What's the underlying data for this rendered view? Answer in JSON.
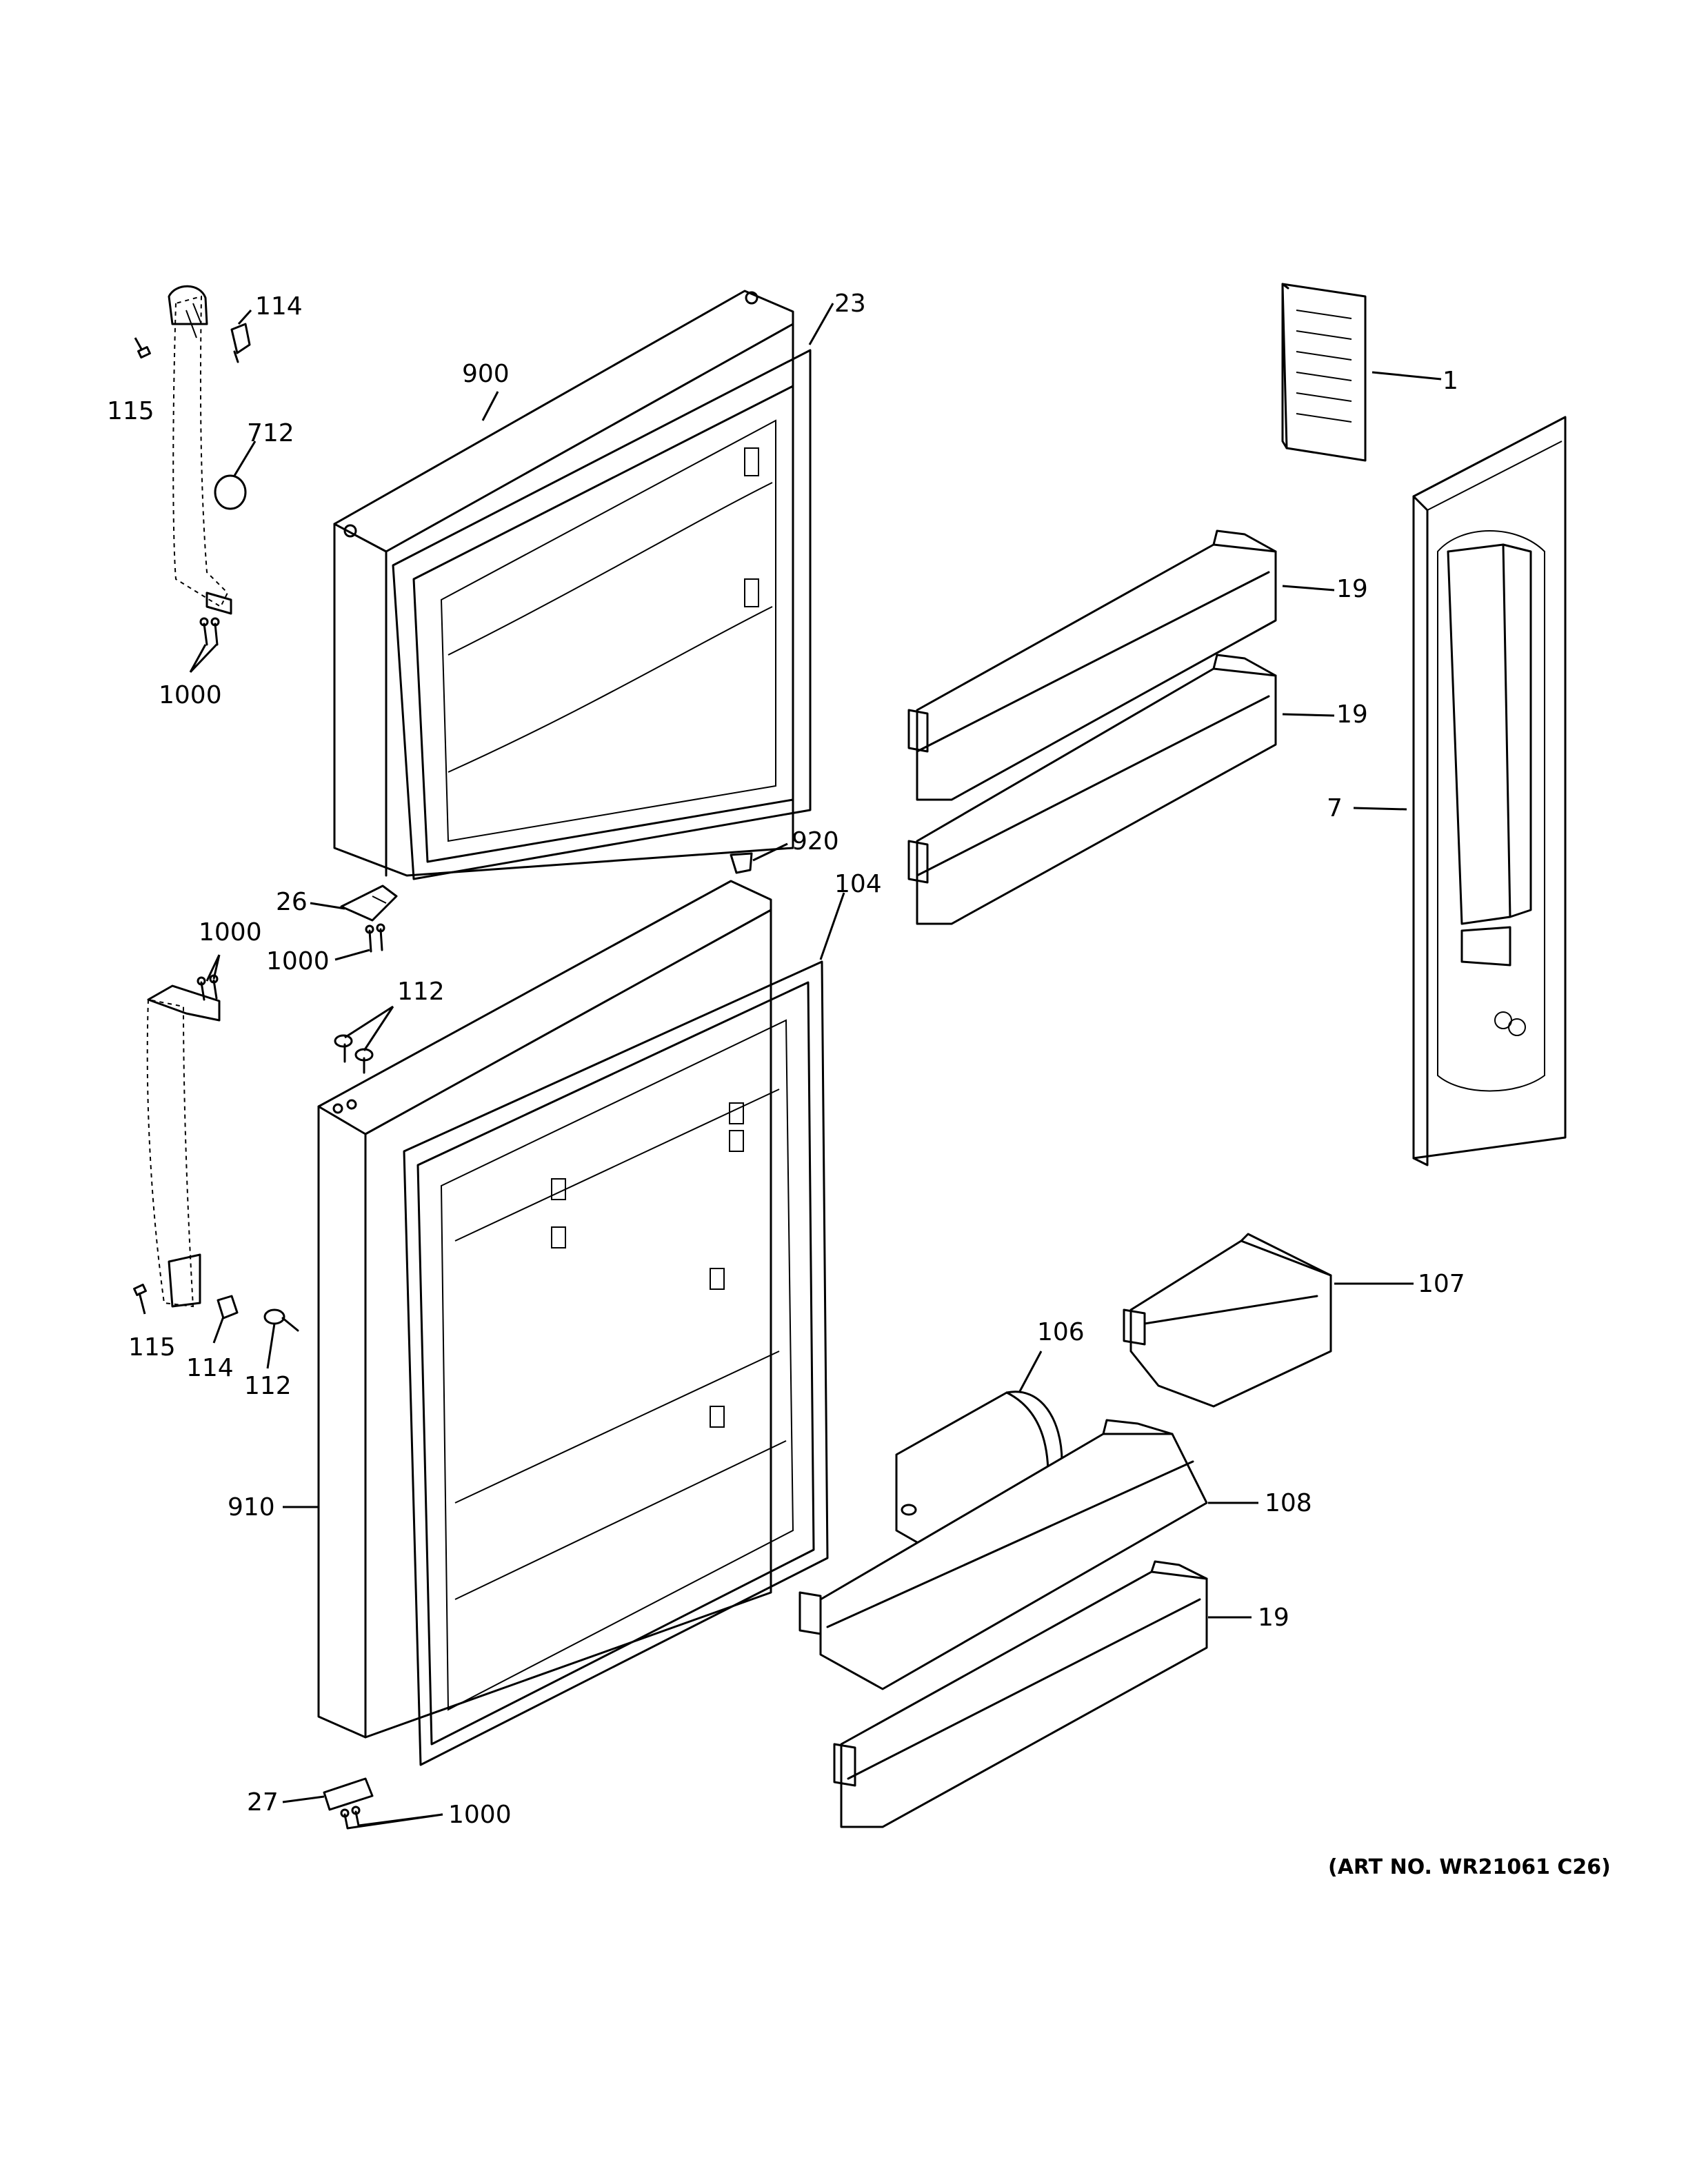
{
  "diagram": {
    "art_number": "(ART NO. WR21061 C26)",
    "callouts": {
      "c114_top": "114",
      "c115_top": "115",
      "c712": "712",
      "c1000_top": "1000",
      "c900": "900",
      "c23": "23",
      "c1": "1",
      "c19_a": "19",
      "c19_b": "19",
      "c7": "7",
      "c920": "920",
      "c104": "104",
      "c26": "26",
      "c1000_mid_a": "1000",
      "c1000_mid_b": "1000",
      "c112_top": "112",
      "c115_bottom": "115",
      "c114_bottom": "114",
      "c112_bottom": "112",
      "c910": "910",
      "c107": "107",
      "c106": "106",
      "c108": "108",
      "c19_c": "19",
      "c27": "27",
      "c1000_bottom": "1000"
    }
  }
}
